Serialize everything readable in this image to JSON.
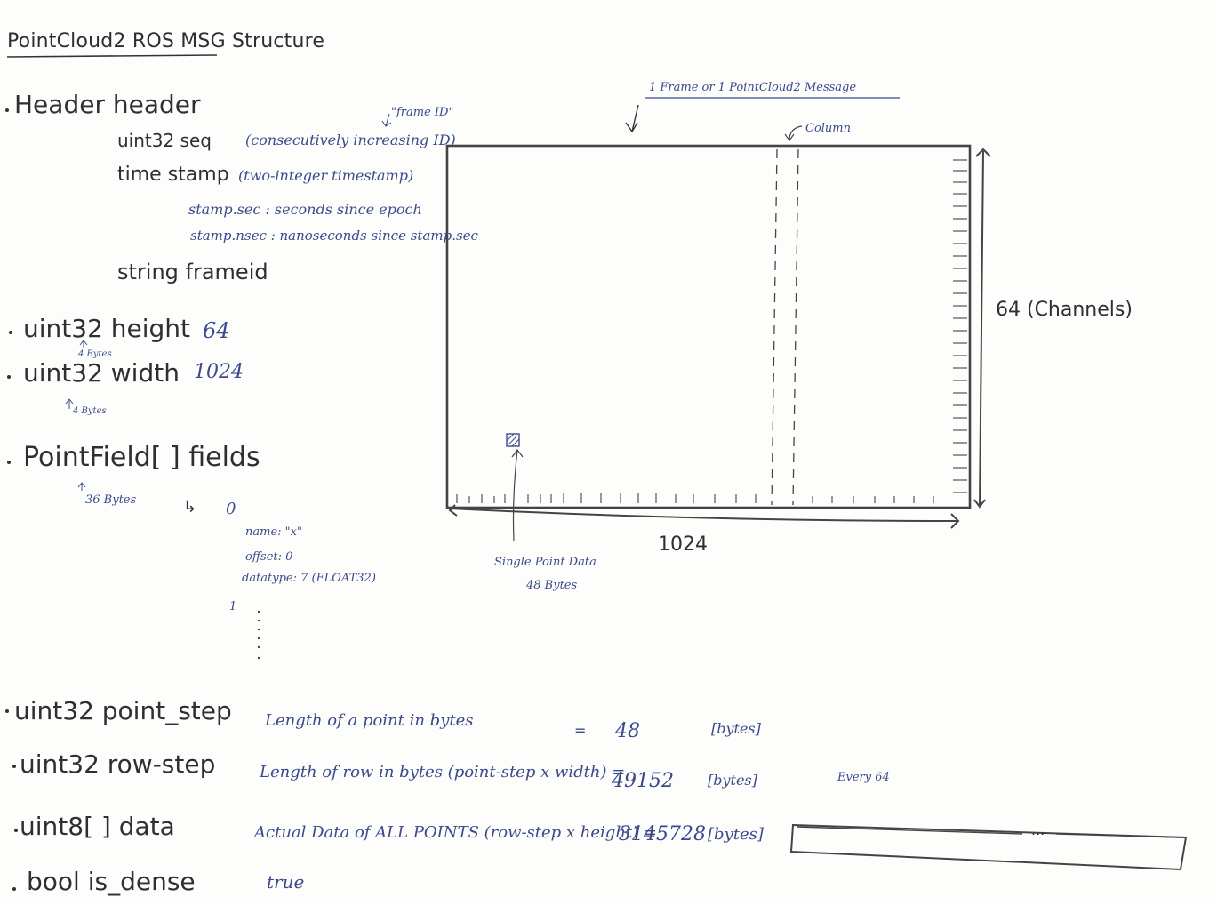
{
  "title": "PointCloud2 ROS MSG Structure",
  "header": {
    "label": "Header header",
    "seq": "uint32 seq",
    "seq_note": "(consecutively increasing ID)",
    "frame_id_note": "\"frame ID\"",
    "stamp": "time stamp",
    "stamp_note": "(two-integer timestamp)",
    "stamp_sec": "stamp.sec : seconds since epoch",
    "stamp_nsec": "stamp.nsec : nanoseconds since stamp.sec",
    "frame_id": "string frameid"
  },
  "height": {
    "label": "uint32 height",
    "value": "64",
    "bytes": "4 Bytes"
  },
  "width": {
    "label": "uint32 width",
    "value": "1024",
    "bytes": "4 Bytes"
  },
  "fields": {
    "label": "PointField[ ] fields",
    "bytes": "36 Bytes",
    "index0": "0",
    "name": "name: \"x\"",
    "offset": "offset: 0",
    "datatype": "datatype: 7 (FLOAT32)",
    "index1": "1"
  },
  "diagram": {
    "frame_label": "1 Frame or 1 PointCloud2 Message",
    "column_label": "Column",
    "channels_label": "64 (Channels)",
    "width_label": "1024",
    "point_label": "Single Point Data",
    "point_bytes": "48 Bytes"
  },
  "point_step": {
    "label": "uint32 point_step",
    "desc": "Length of a point in bytes",
    "eq": "=",
    "value": "48",
    "unit": "[bytes]"
  },
  "row_step": {
    "label": "uint32 row-step",
    "desc": "Length of row in bytes (point-step x width) =",
    "value": "49152",
    "unit": "[bytes]",
    "note": "Every 64"
  },
  "data": {
    "label": "uint8[ ] data",
    "desc": "Actual Data of ALL POINTS (row-step x height) =",
    "value": "3145728",
    "unit": "[bytes]",
    "ellipsis": "..."
  },
  "is_dense": {
    "label": "bool is_dense",
    "value": "true"
  }
}
